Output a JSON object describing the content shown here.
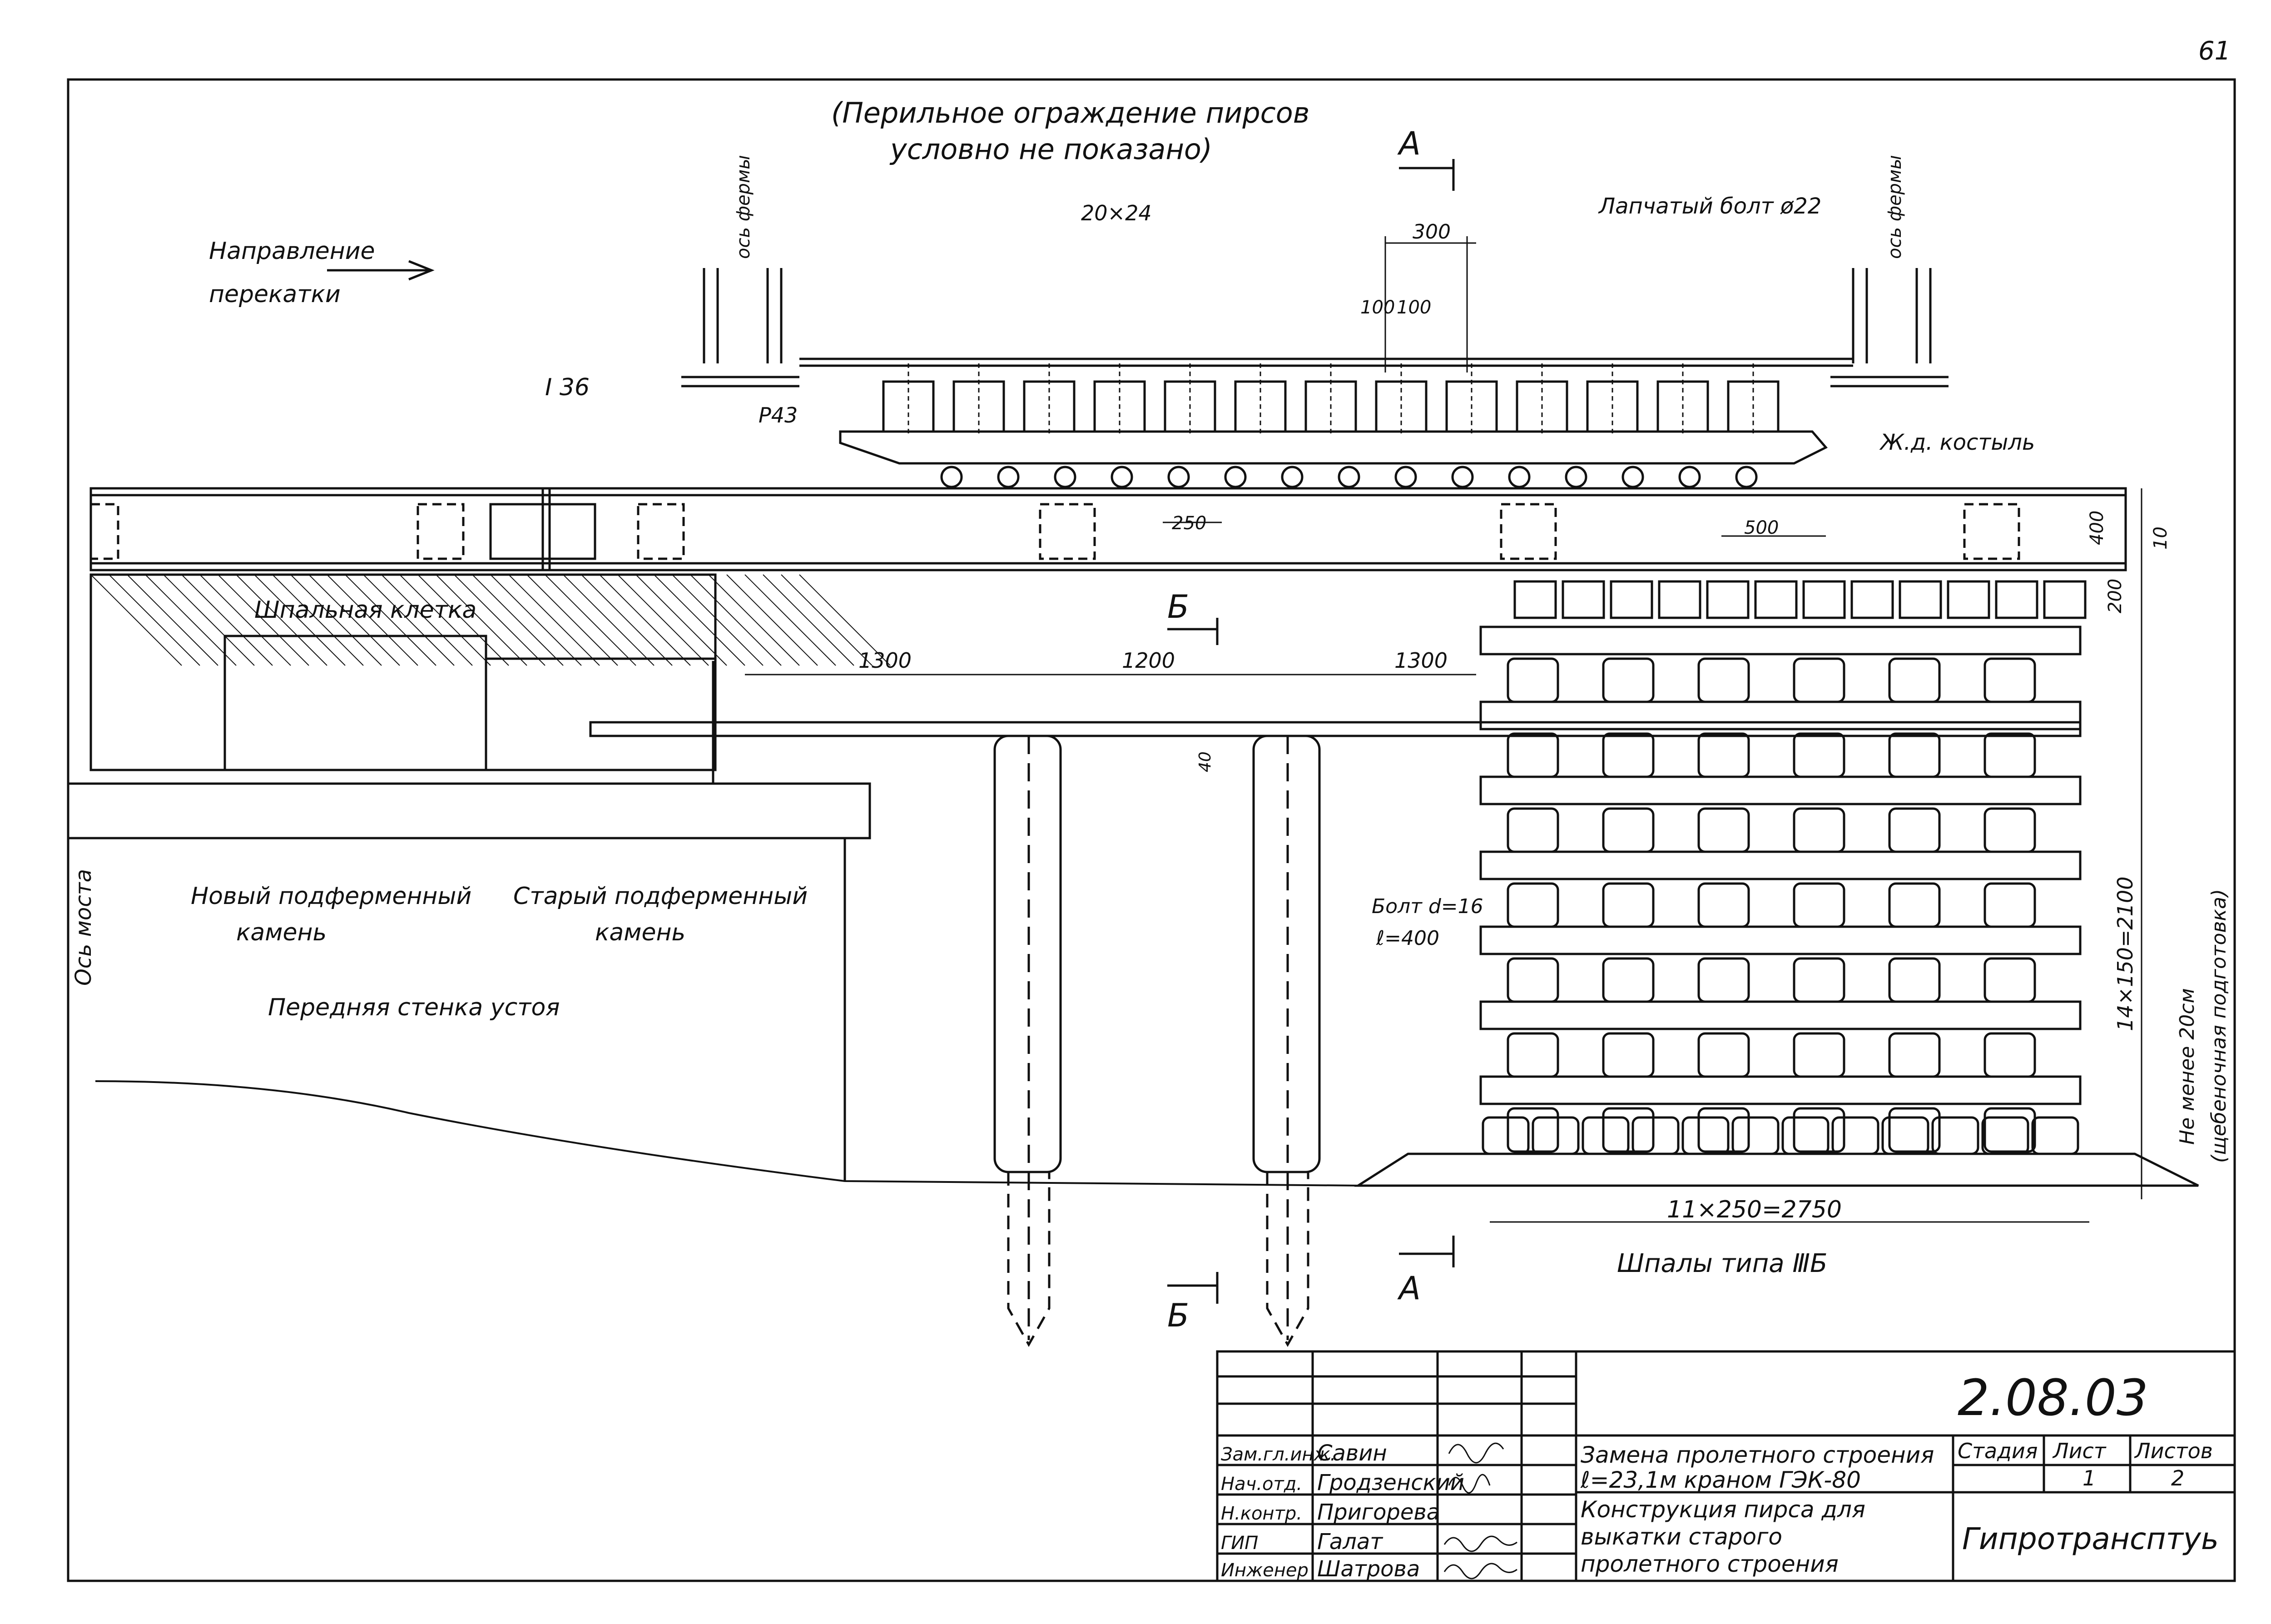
{
  "sheet_number": "61",
  "notes": {
    "railing_note_line1": "(Перильное ограждение пирсов",
    "railing_note_line2": "условно не показано)",
    "direction_line1": "Направление",
    "direction_line2": "перекатки",
    "truss_axis_left": "ось фермы",
    "truss_axis_right": "ось фермы",
    "abutment_axis": "Ось моста"
  },
  "labels": {
    "beam_20x24": "20×24",
    "foot_bolt": "Лапчатый болт ø22",
    "i_beam": "I 36",
    "rail": "Р43",
    "spike": "Ж.д. костыль",
    "sleeper_cage": "Шпальная клетка",
    "new_bed_stone_l1": "Новый подферменный",
    "new_bed_stone_l2": "камень",
    "old_bed_stone_l1": "Старый подферменный",
    "old_bed_stone_l2": "камень",
    "front_wall": "Передняя стенка устоя",
    "bolt_l1": "Болт d=16",
    "bolt_l2": "ℓ=400",
    "sleepers_type": "Шпалы типа ⅢБ",
    "gravel_l1": "Не менее 20см",
    "gravel_l2": "(щебеночная подготовка)",
    "section_a_top": "А",
    "section_a_bottom": "А",
    "section_b_top": "Б",
    "section_b_bottom": "Б"
  },
  "dimensions": {
    "d300": "300",
    "d100a": "100",
    "d100b": "100",
    "d250": "250",
    "d500": "500",
    "d400": "400",
    "d10": "10",
    "d200": "200",
    "d1300a": "1300",
    "d1200": "1200",
    "d1300b": "1300",
    "d40": "40",
    "height_total": "14×150=2100",
    "width_total": "11×250=2750"
  },
  "title_block": {
    "code": "2.08.03",
    "title_l1": "Замена пролетного строения",
    "title_l2": "ℓ=23,1м краном ГЭК-80",
    "subtitle_l1": "Конструкция пирса для",
    "subtitle_l2": "выкатки старого",
    "subtitle_l3": "пролетного строения",
    "stage_header": "Стадия",
    "sheet_header": "Лист",
    "sheets_header": "Листов",
    "sheet_value": "1",
    "sheets_value": "2",
    "organization": "Гипротрансптуь",
    "signatures": [
      {
        "role": "Зам.гл.инж.",
        "name": "Савин"
      },
      {
        "role": "Нач.отд.",
        "name": "Гродзенский"
      },
      {
        "role": "Н.контр.",
        "name": "Пригорева"
      },
      {
        "role": "ГИП",
        "name": "Галат"
      },
      {
        "role": "Инженер",
        "name": "Шатрова"
      }
    ]
  }
}
